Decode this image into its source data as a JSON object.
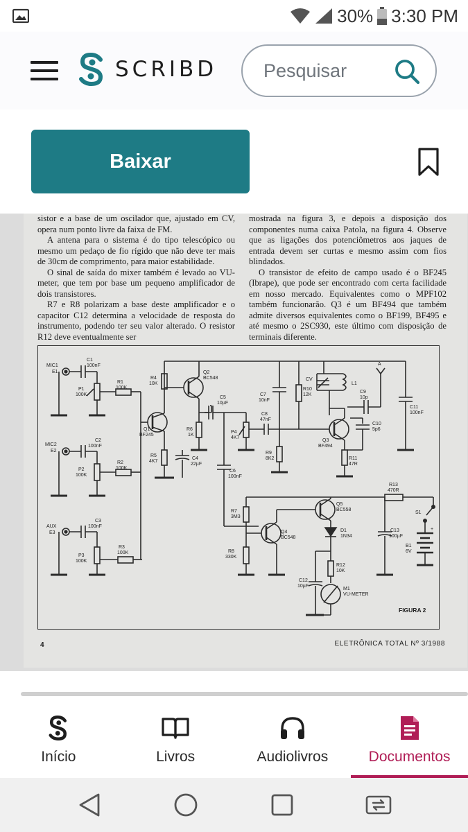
{
  "status_bar": {
    "battery": "30%",
    "time": "3:30 PM"
  },
  "header": {
    "brand": "SCRIBD",
    "search_placeholder": "Pesquisar"
  },
  "actions": {
    "download_label": "Baixar"
  },
  "document": {
    "col_left": [
      "sistor e a base de um oscilador que, ajustado em CV, opera num ponto livre da faixa de FM.",
      "A antena para o sistema é do tipo telescópico ou mesmo um pedaço de fio rígido que não deve ter mais de 30cm de comprimento, para maior estabilidade.",
      "O sinal de saída do mixer também é levado ao VU-meter, que tem por base um pequeno amplificador de dois transistores.",
      "R7 e R8 polarizam a base deste amplificador e o capacitor C12 determina a velocidade de resposta do instrumento, podendo ter seu valor alterado. O resistor R12 deve eventualmente ser"
    ],
    "col_right": [
      "mostrada na figura 3, e depois a disposição dos componentes numa caixa Patola, na figura 4. Observe que as ligações dos potenciômetros aos jaques de entrada devem ser curtas e mesmo assim com fios blindados.",
      "O transistor de efeito de campo usado é o BF245 (Ibrape), que pode ser encontrado com certa facilidade em nosso mercado. Equivalentes como o MPF102 também funcionarão. Q3 é um BF494 que também admite diversos equivalentes como o BF199, BF495 e até mesmo o 2SC930, este último com disposição de terminais diferente."
    ],
    "page_number": "4",
    "footer": "ELETRÔNICA TOTAL Nº 3/1988",
    "figure_label": "FIGURA 2",
    "schematic_labels": {
      "mic1": "MIC1",
      "e1": "E1",
      "mic2": "MIC2",
      "e2": "E2",
      "aux": "AUX",
      "e3": "E3",
      "c1": "C1",
      "c1v": "100nF",
      "c2": "C2",
      "c2v": "100nF",
      "c3": "C3",
      "c3v": "100nF",
      "p1": "P1",
      "p1v": "100K",
      "p2": "P2",
      "p2v": "100K",
      "p3": "P3",
      "p3v": "100K",
      "r1": "R1",
      "r1v": "100K",
      "r2": "R2",
      "r2v": "100K",
      "r3": "R3",
      "r3v": "100K",
      "q1": "Q1",
      "q1v": "BF245",
      "r4": "R4",
      "r4v": "10K",
      "r5": "R5",
      "r5v": "4K7",
      "q2": "Q2",
      "q2v": "BC548",
      "r6": "R6",
      "r6v": "1K",
      "c4": "C4",
      "c4v": "22µF",
      "c5": "C5",
      "c5v": "10µF",
      "c6": "C6",
      "c6v": "100nF",
      "c7": "C7",
      "c7v": "10nF",
      "c8": "C8",
      "c8v": "47nF",
      "p4": "P4",
      "p4v": "4K7",
      "r9": "R9",
      "r9v": "8K2",
      "r10": "R10",
      "r10v": "12K",
      "cv": "CV",
      "l1": "L1",
      "c9": "C9",
      "c9v": "10p",
      "c10": "C10",
      "c10v": "5p6",
      "c11": "C11",
      "c11v": "100nF",
      "q3": "Q3",
      "q3v": "BF494",
      "r11": "R11",
      "r11v": "47R",
      "antenna": "A",
      "r13": "R13",
      "r13v": "470R",
      "r7": "R7",
      "r7v": "3M3",
      "r8": "R8",
      "r8v": "330K",
      "q4": "Q4",
      "q4v": "BC548",
      "q5": "Q5",
      "q5v": "BC558",
      "d1": "D1",
      "d1v": "1N34",
      "c13": "C13",
      "c13v": "100µF",
      "s1": "S1",
      "b1": "B1",
      "b1v": "6V",
      "r12": "R12",
      "r12v": "10K",
      "c12": "C12",
      "c12v": "10µF",
      "m1": "M1",
      "m1v": "VU-METER",
      "plus": "+"
    }
  },
  "tabs": [
    {
      "label": "Início",
      "icon": "scribd-logo-icon"
    },
    {
      "label": "Livros",
      "icon": "book-icon"
    },
    {
      "label": "Audiolivros",
      "icon": "headphones-icon"
    },
    {
      "label": "Documentos",
      "icon": "document-icon",
      "active": true
    }
  ],
  "colors": {
    "brand_teal": "#1e7b85",
    "active_tab": "#b01d56"
  }
}
